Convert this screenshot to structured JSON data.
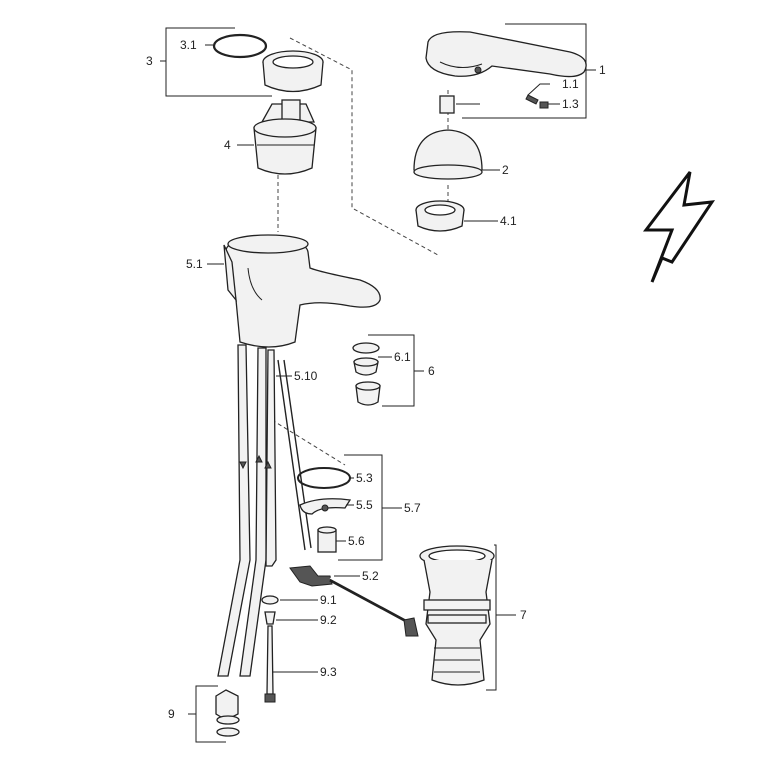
{
  "labels": {
    "l1": "1",
    "l1_1": "1.1",
    "l1_3": "1.3",
    "l2": "2",
    "l3": "3",
    "l3_1": "3.1",
    "l4": "4",
    "l4_1": "4.1",
    "l5_1": "5.1",
    "l5_10": "5.10",
    "l5_2": "5.2",
    "l5_3": "5.3",
    "l5_5": "5.5",
    "l5_6": "5.6",
    "l5_7": "5.7",
    "l6": "6",
    "l6_1": "6.1",
    "l7": "7",
    "l9": "9",
    "l9_1": "9.1",
    "l9_2": "9.2",
    "l9_3": "9.3"
  },
  "colors": {
    "line": "#222222",
    "fill": "#f2f2f2",
    "dark": "#555555"
  },
  "icons": {
    "warning": "lightning-bolt-icon"
  }
}
